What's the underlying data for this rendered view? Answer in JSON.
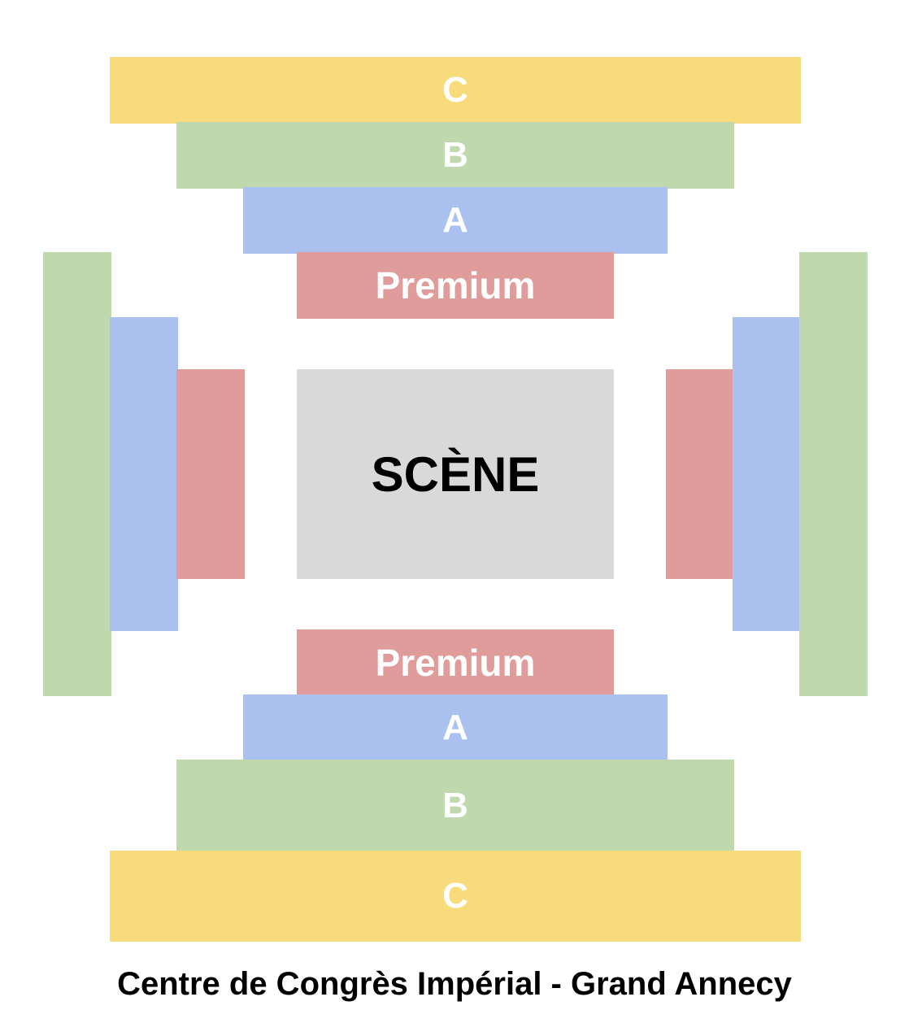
{
  "colors": {
    "zone_c": "#F8DB7A",
    "zone_b": "#BFD8AE",
    "zone_a": "#AAC0EE",
    "zone_premium": "#DF9C9B",
    "stage": "#D9D9D9",
    "label_light": "#FFFFFF",
    "label_dark": "#000000"
  },
  "top": {
    "c_label": "C",
    "b_label": "B",
    "a_label": "A",
    "premium_label": "Premium"
  },
  "bottom": {
    "premium_label": "Premium",
    "a_label": "A",
    "b_label": "B",
    "c_label": "C"
  },
  "stage": {
    "label": "SCÈNE"
  },
  "caption": "Centre de Congrès Impérial - Grand Annecy"
}
